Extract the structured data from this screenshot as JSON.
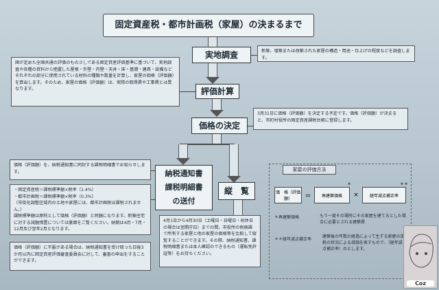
{
  "title": "固定資産税・都市計画税（家屋）の決まるまで",
  "steps": {
    "survey": "実地調査",
    "calc": "評価計算",
    "decision": "価格の決定",
    "notice_1": "納税通知書",
    "notice_2": "課税明細書",
    "notice_3": "の送付",
    "inspection": "縦　覧"
  },
  "notes": {
    "survey": "新築、増築または改築された家屋の構造・用途・仕上げの程度などを調査します。",
    "calc": "国が定めた全国共通の評価のものさしである固定資産評価基準に基づいて、実地調査や各種の資料から把握した屋根・外壁・内壁・天井・床・基礎・建具・設備などそれぞれの部分に使用されている材料の種類や数量を計算し、家屋の価格（評価額）を算出します。そのため、家屋の価格（評価額）は、実際の取得費や工事費とは異なります。",
    "decision": "3月31日に価格（評価額）を決定する予定です。価格（評価額）が決まると、市町村役所の固定資産課税台帳に登録します。",
    "notice_intro": "価格（評価額）を、納税通知書に同封する課税明細書でお知らせします。",
    "tax_fixed": "・固定資産税＝課税標準額×税率（1.4%）",
    "tax_city": "・都市計画税＝課税標準額×税率（0.3%）",
    "tax_city_note": "（市街化調整区域内の土地や家屋には、都市計画税は課税されません。）",
    "tax_standard": "課税標準額は原則として価格（評価額）と同額になります。新築住宅に対する減額措置については裏面をご覧ください。納期は4月・7月・12月及び翌年2月となります。",
    "appeal": "価格（評価額）に不服がある場合は、納税通知書を受け取った日後3か月以内に固定資産評価審査委員会に対して、審査の申出をすることができます。",
    "inspection": "4月1日から4月30日（土曜日・日曜日・祝休日の場合は翌開庁日）までの間、市役所の税務課で所有する家屋と他の家屋の価格等を比較して縦覧することができます。その際、納税通知書、課税明細書または本人確認のできるもの（運転免許証等）をお持ちください。"
  },
  "formula": {
    "heading": "家屋の評価方法",
    "price": "価　格（評価額）",
    "eq": "＝",
    "rebuild": "再建築価格",
    "times": "×",
    "depreciation": "経年減点補正率",
    "star1": "＊",
    "star2": "＊＊",
    "def_rebuild_label": "＊再建築価格",
    "def_rebuild": "もう一度その場所にその家屋を建てるとした場合に必要とされる建築費",
    "def_dep_label": "＊＊経年減点補正率",
    "def_dep": "建築後の年数の経過によって生ずる家屋の損耗の状況による減価を表すもので、（経年減点補正率）のとします。"
  },
  "logo_text": "Coz"
}
